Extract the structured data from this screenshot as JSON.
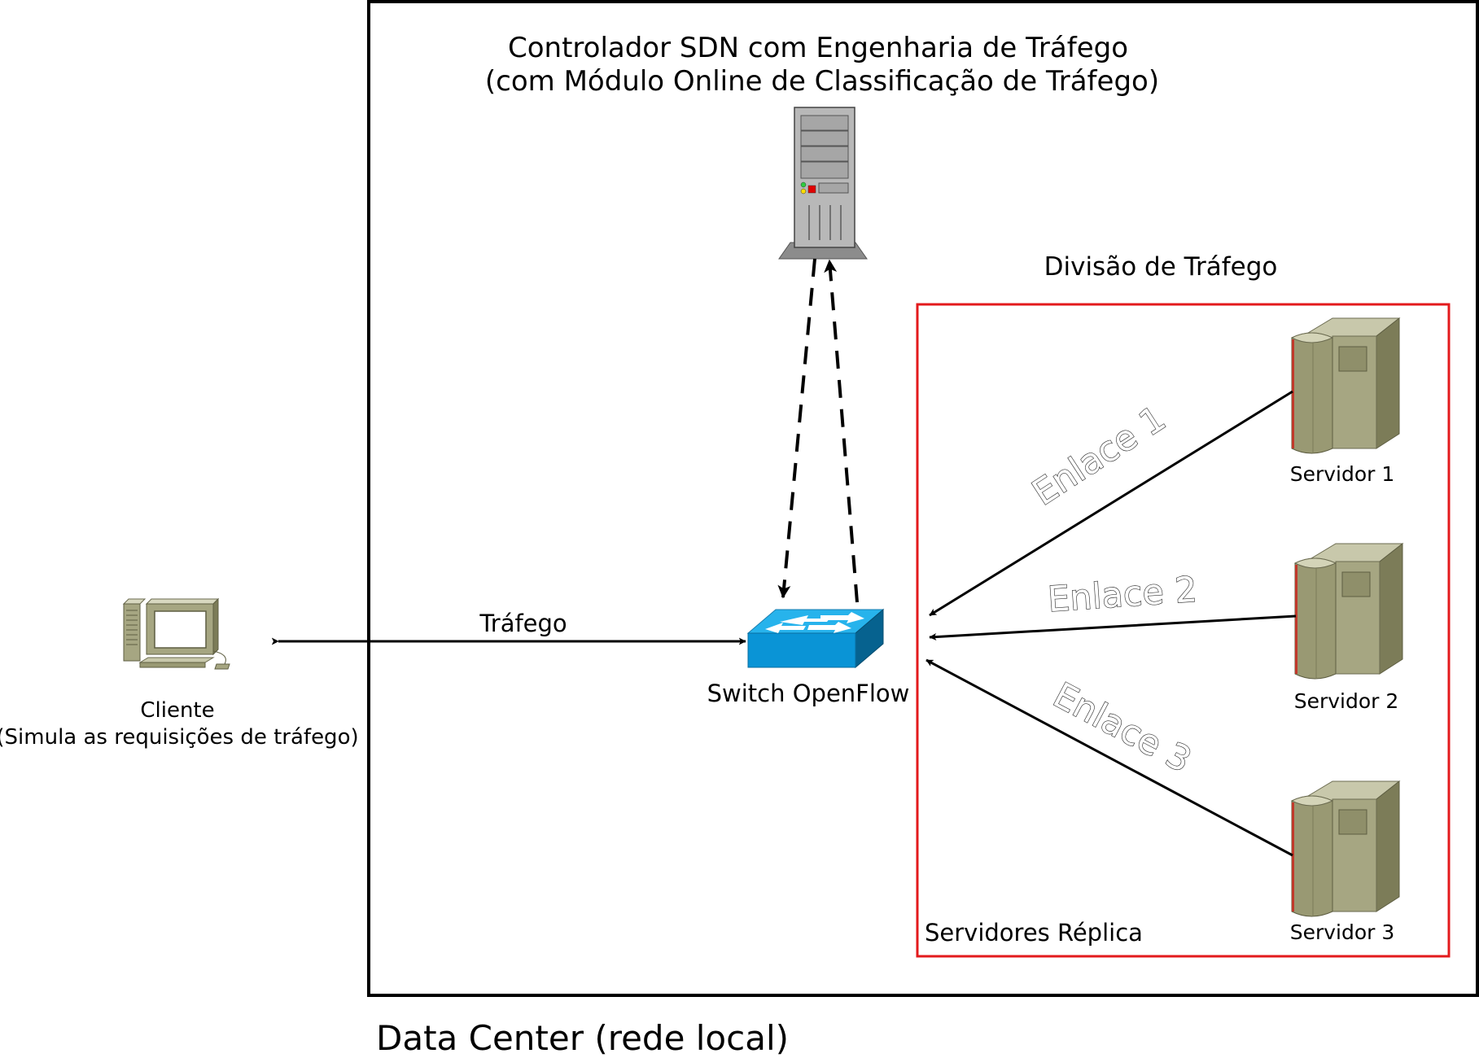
{
  "diagram": {
    "controller_title_line1": "Controlador SDN com Engenharia de Tráfego",
    "controller_title_line2": "(com Módulo Online de Classificação de Tráfego)",
    "traffic_division_label": "Divisão de Tráfego",
    "replica_servers_label": "Servidores Réplica",
    "datacenter_label": "Data Center (rede local)",
    "switch_label": "Switch OpenFlow",
    "traffic_label": "Tráfego",
    "client_label_line1": "Cliente",
    "client_label_line2": "(Simula as requisições de tráfego)",
    "servers": [
      {
        "label": "Servidor 1"
      },
      {
        "label": "Servidor 2"
      },
      {
        "label": "Servidor 3"
      }
    ],
    "links": [
      {
        "label": "Enlace 1"
      },
      {
        "label": "Enlace 2"
      },
      {
        "label": "Enlace 3"
      }
    ],
    "colors": {
      "datacenter_border": "#000000",
      "division_border": "#e31a1c",
      "switch_blue": "#0a94d6",
      "server_khaki": "#a6a682"
    },
    "icons": [
      "controller-server-icon",
      "openflow-switch-icon",
      "client-computer-icon",
      "server-icon"
    ]
  }
}
